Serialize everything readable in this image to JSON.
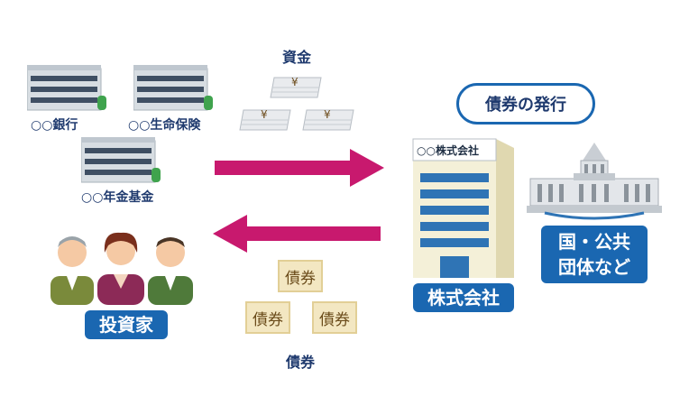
{
  "institutions": {
    "bank": "○○銀行",
    "insurance": "○○生命保険",
    "pension": "○○年金基金"
  },
  "labels": {
    "funds": "資金",
    "bonds": "債券",
    "issuance": "債券の発行",
    "company_sign": "○○株式会社",
    "company": "株式会社",
    "government_line1": "国・公共",
    "government_line2": "団体など",
    "investors": "投資家"
  },
  "money_symbol": "¥",
  "bond_cert_text": "債券",
  "colors": {
    "arrow": "#c8196e",
    "badge": "#1a67b1",
    "navy_text": "#1f3a6e",
    "building_blue": "#2f74b5"
  }
}
